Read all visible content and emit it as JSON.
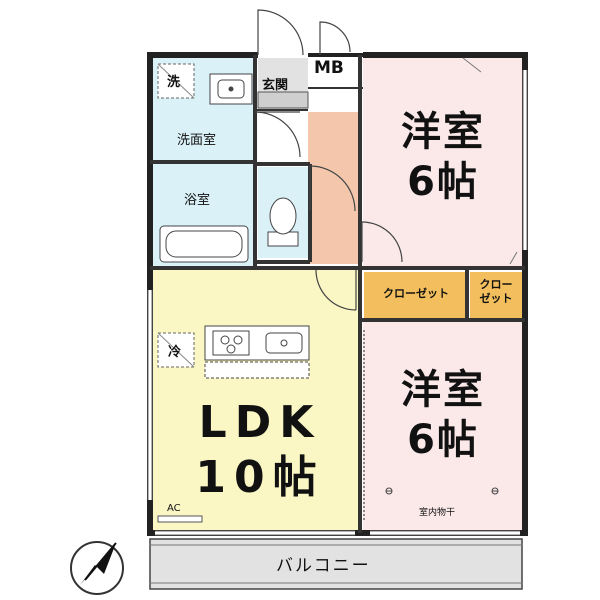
{
  "floor_plan": {
    "rooms": {
      "bedroom_upper": {
        "name": "洋室",
        "size": "6帖",
        "color": "#fbe9ea"
      },
      "bedroom_lower": {
        "name": "洋室",
        "size": "6帖",
        "color": "#fbe9ea"
      },
      "ldk": {
        "name": "LDK",
        "size": "10帖",
        "color": "#fbf7c4"
      },
      "washroom": {
        "name": "洗面室",
        "color": "#d9f1f7"
      },
      "bathroom": {
        "name": "浴室",
        "color": "#d9f1f7"
      },
      "entrance": {
        "name": "玄関",
        "color": "#e2e2e2"
      },
      "meter_box": {
        "name": "MB"
      },
      "balcony": {
        "name": "バルコニー",
        "color": "#e2e2e2"
      },
      "hall": {
        "color": "#f4c7ad"
      },
      "closet_1": {
        "name": "クローゼット",
        "color": "#f2be5e"
      },
      "closet_2": {
        "name_line1": "クロー",
        "name_line2": "ゼット",
        "color": "#f2be5e"
      }
    },
    "fixtures": {
      "washer": "洗",
      "fridge": "冷",
      "aircon": "AC",
      "drying": "室内物干"
    },
    "icons": {
      "compass": "north-arrow-icon"
    }
  }
}
